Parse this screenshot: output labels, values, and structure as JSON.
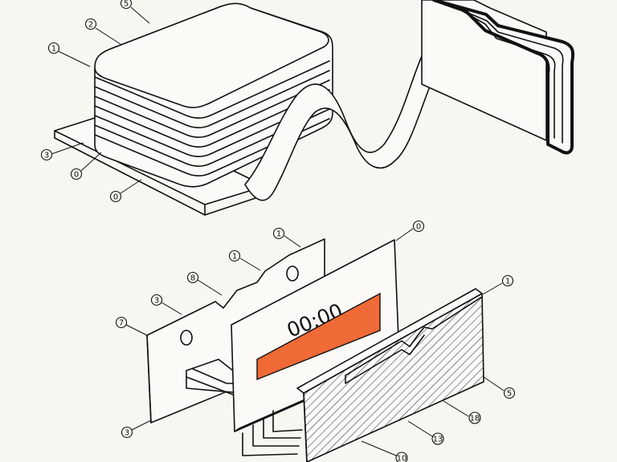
{
  "diagram": {
    "display": {
      "readout": "00:00",
      "bar_color": "#ef6a36"
    },
    "callouts": [
      "5",
      "2",
      "1",
      "3",
      "0",
      "0",
      "1",
      "1",
      "8",
      "3",
      "7",
      "0",
      "1",
      "3",
      "5",
      "18",
      "13",
      "10"
    ]
  }
}
